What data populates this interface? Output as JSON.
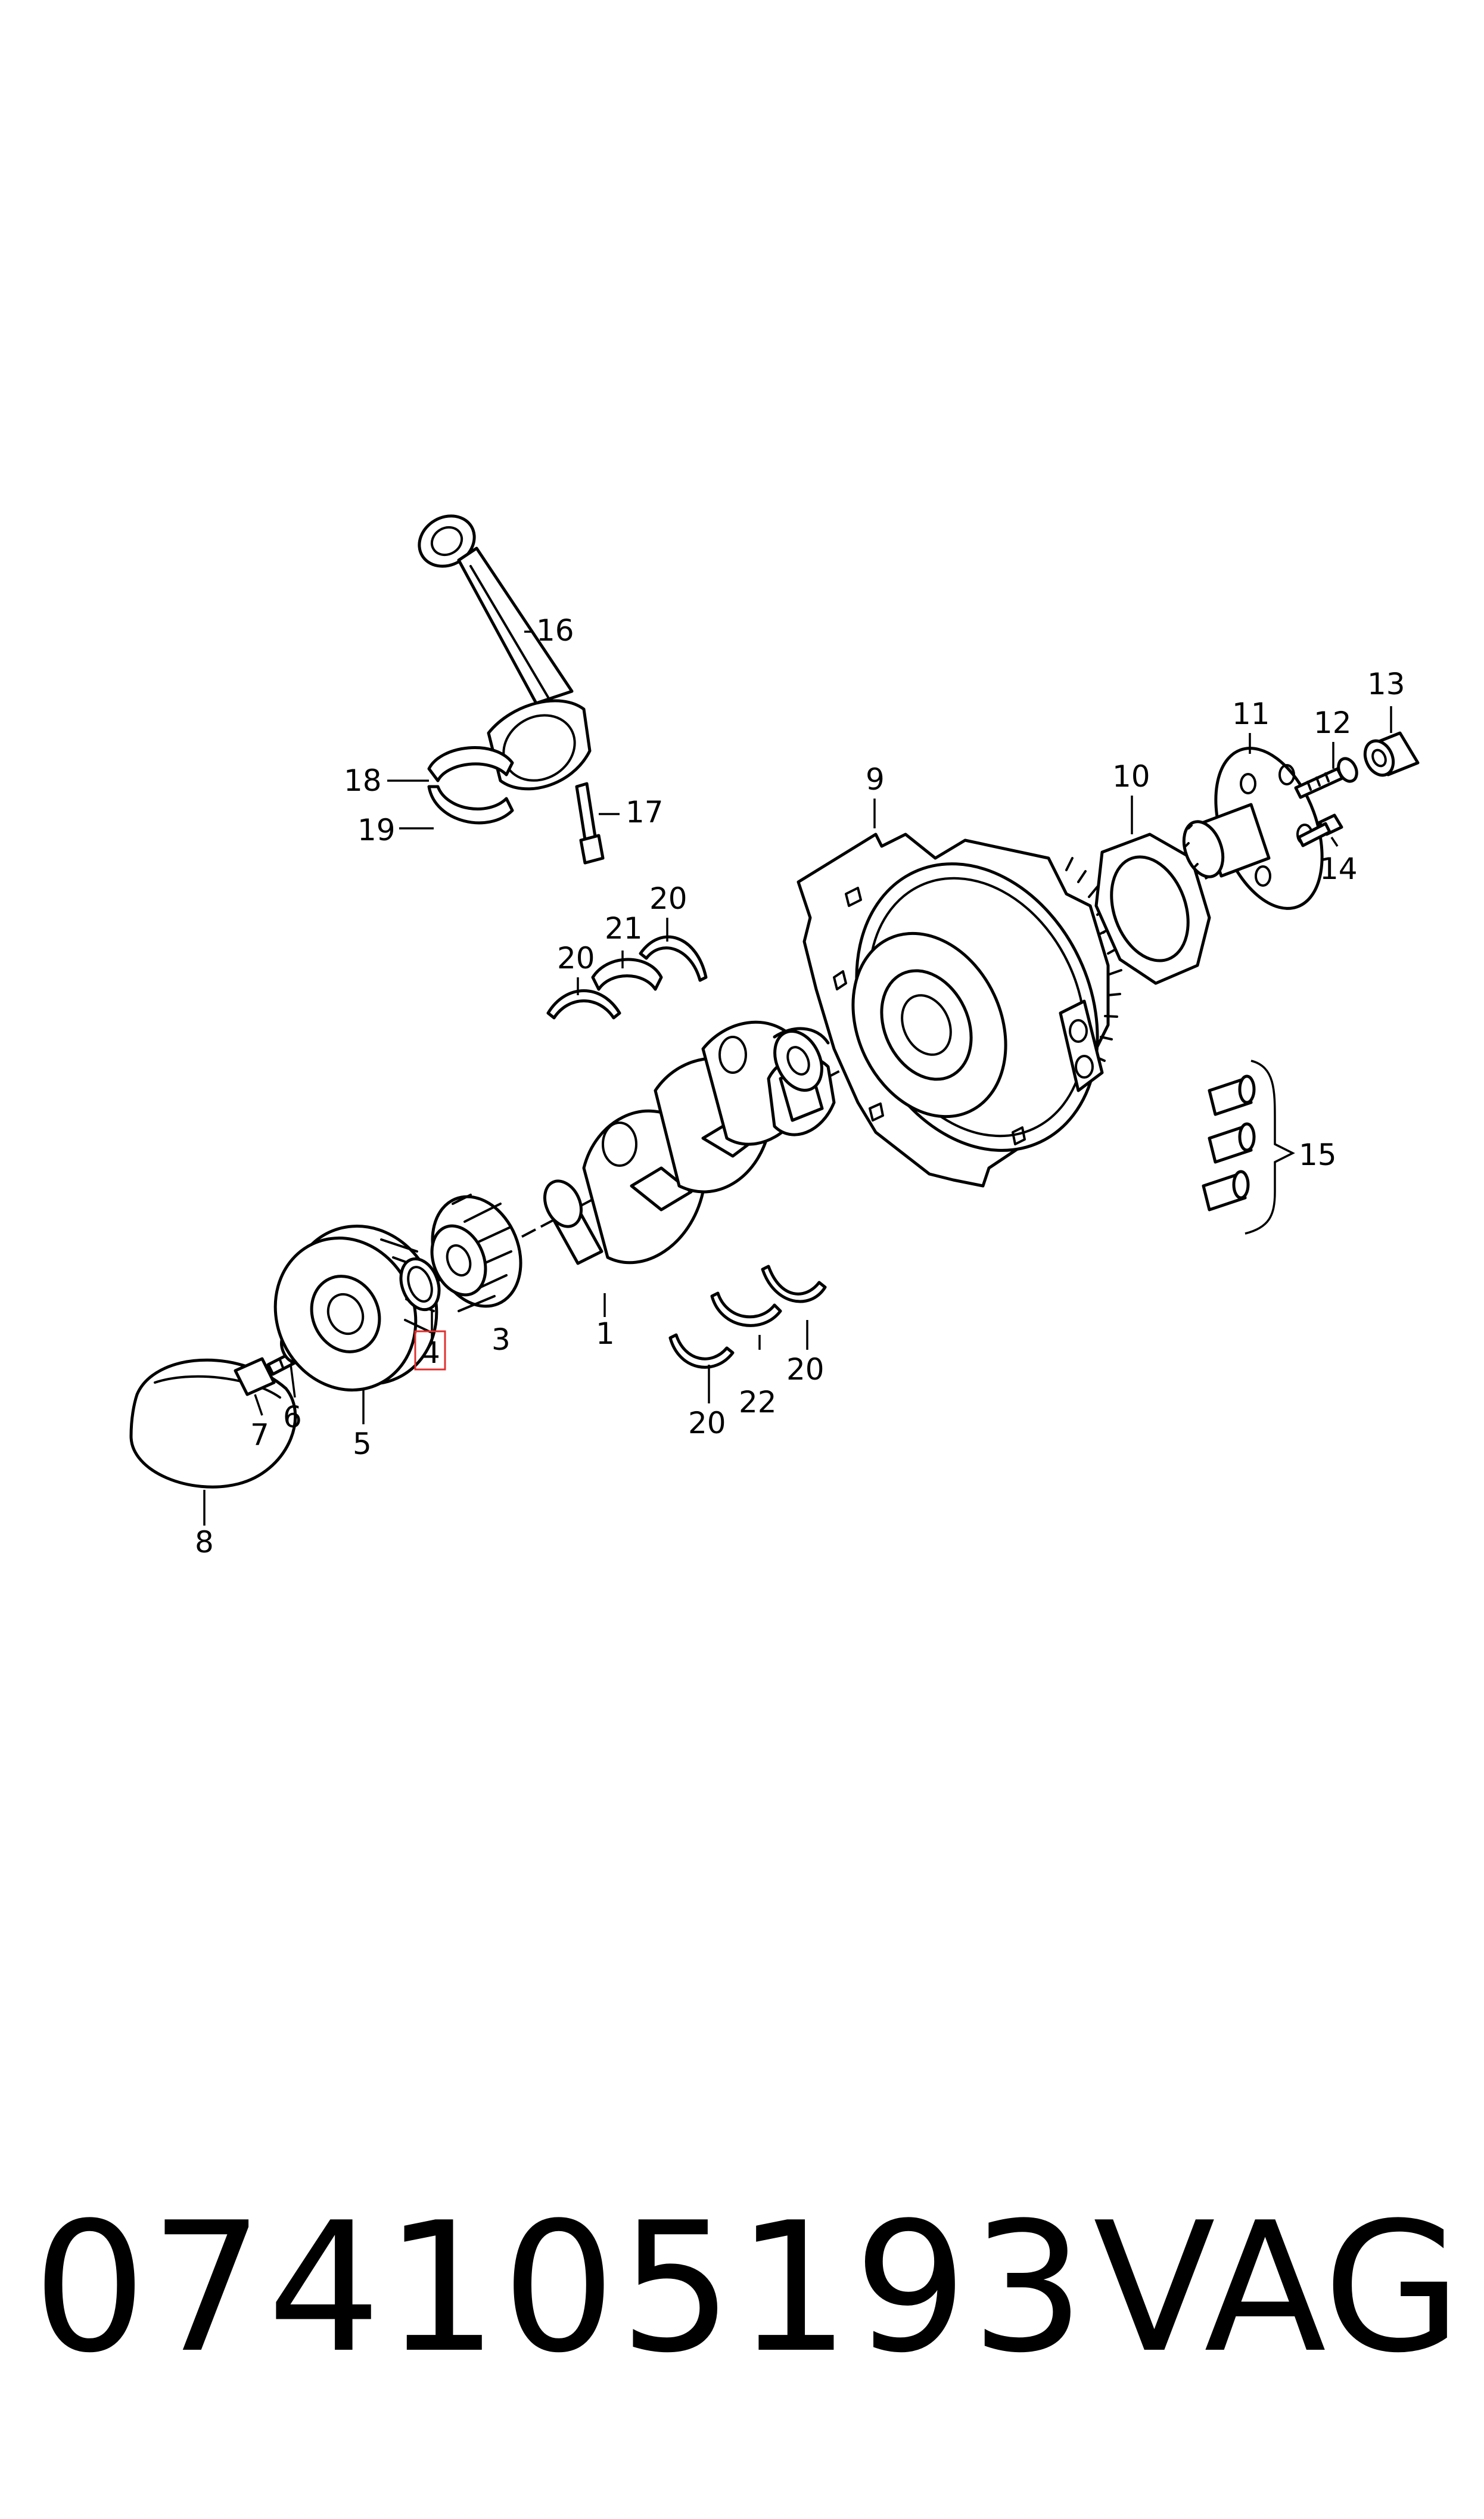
{
  "callouts": {
    "c1": "1",
    "c3": "3",
    "c4": "4",
    "c5": "5",
    "c6": "6",
    "c7": "7",
    "c8": "8",
    "c9": "9",
    "c10": "10",
    "c11": "11",
    "c12": "12",
    "c13": "13",
    "c14": "14",
    "c15": "15",
    "c16": "16",
    "c17": "17",
    "c18": "18",
    "c19": "19",
    "c20a": "20",
    "c20b": "20",
    "c20c": "20",
    "c20d": "20",
    "c21": "21",
    "c22": "22"
  },
  "highlight_color": "#e03030",
  "footer": {
    "part_number": "074105193",
    "brand": "VAG"
  }
}
